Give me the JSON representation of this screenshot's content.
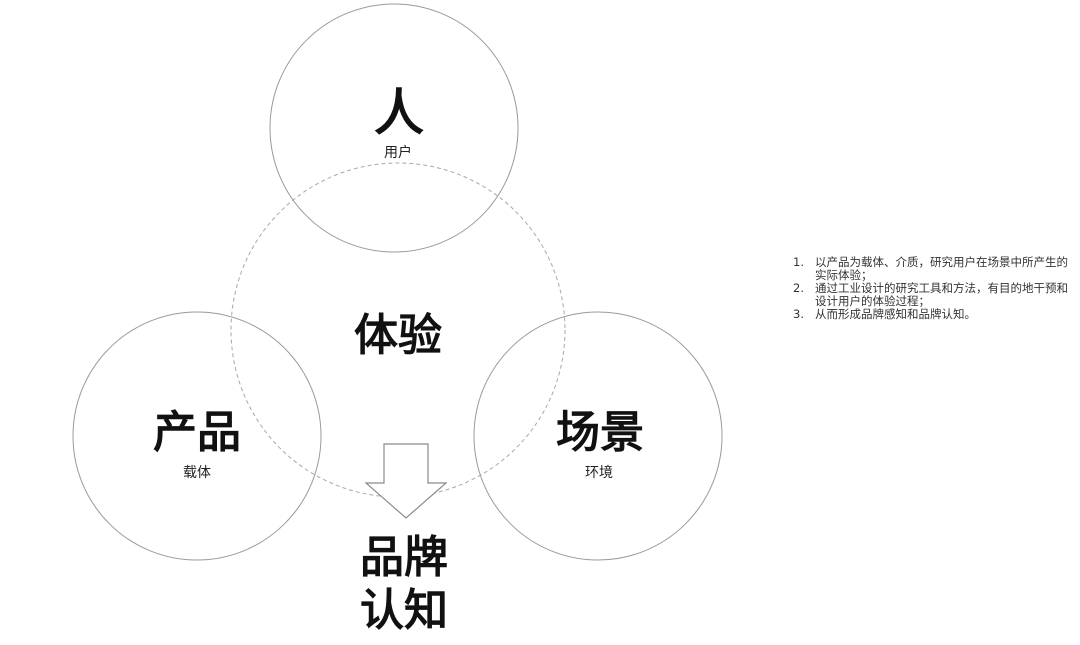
{
  "nodes": {
    "person": {
      "title": "人",
      "sub": "用户"
    },
    "experience": {
      "title": "体验"
    },
    "product": {
      "title": "产品",
      "sub": "载体"
    },
    "scene": {
      "title": "场景",
      "sub": "环境"
    },
    "outcome": {
      "line1": "品牌",
      "line2": "认知"
    }
  },
  "colors": {
    "circle_stroke": "#9a9a9a",
    "dashed_stroke": "#a8a8a8",
    "arrow_stroke": "#8a8a8a",
    "text": "#111111"
  },
  "notes": [
    {
      "num": "1.",
      "text": "以产品为载体、介质，研究用户在场景中所产生的实际体验；"
    },
    {
      "num": "2.",
      "text": "通过工业设计的研究工具和方法，有目的地干预和设计用户的体验过程；"
    },
    {
      "num": "3.",
      "text": "从而形成品牌感知和品牌认知。"
    }
  ]
}
